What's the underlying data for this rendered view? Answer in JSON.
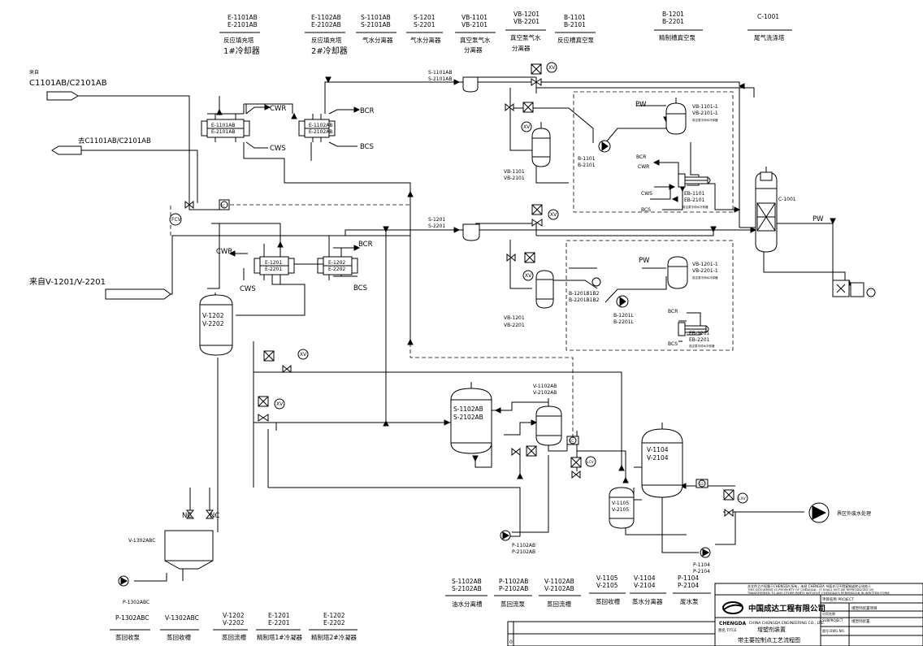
{
  "header_equipment": [
    {
      "tag1": "E-1101AB",
      "tag2": "E-2101AB",
      "desc": "反应填充塔",
      "desc2": "1#冷却器"
    },
    {
      "tag1": "E-1102AB",
      "tag2": "E-2102AB",
      "desc": "反应填充塔",
      "desc2": "2#冷却器"
    },
    {
      "tag1": "S-1101AB",
      "tag2": "S-2101AB",
      "desc": "气水分离器",
      "desc2": ""
    },
    {
      "tag1": "S-1201",
      "tag2": "S-2201",
      "desc": "气水分离器",
      "desc2": ""
    },
    {
      "tag1": "VB-1101",
      "tag2": "VB-2101",
      "desc": "真空泵气水",
      "desc2": "分离器"
    },
    {
      "tag1": "VB-1201",
      "tag2": "VB-2201",
      "desc": "真空泵气水",
      "desc2": "分离器"
    },
    {
      "tag1": "B-1101",
      "tag2": "B-2101",
      "desc": "反应槽真空泵",
      "desc2": ""
    },
    {
      "tag1": "B-1201",
      "tag2": "B-2201",
      "desc": "精制槽真空泵",
      "desc2": ""
    },
    {
      "tag1": "C-1001",
      "tag2": "",
      "desc": "尾气洗涤塔",
      "desc2": ""
    }
  ],
  "footer_left_equipment": [
    {
      "tag1": "P-1302ABC",
      "tag2": "",
      "desc": "蒸回收泵"
    },
    {
      "tag1": "V-1302ABC",
      "tag2": "",
      "desc": "蒸回收槽"
    },
    {
      "tag1": "V-1202",
      "tag2": "V-2202",
      "desc": "蒸回流槽"
    },
    {
      "tag1": "E-1201",
      "tag2": "E-2201",
      "desc": "精制塔1#冷凝器"
    },
    {
      "tag1": "E-1202",
      "tag2": "E-2202",
      "desc": "精制塔2#冷凝器"
    }
  ],
  "footer_mid_equipment": [
    {
      "tag1": "S-1102AB",
      "tag2": "S-2102AB",
      "desc": "油水分离槽"
    },
    {
      "tag1": "P-1102AB",
      "tag2": "P-2102AB",
      "desc": "蒸回流泵"
    },
    {
      "tag1": "V-1102AB",
      "tag2": "V-2102AB",
      "desc": "蒸回流槽"
    },
    {
      "tag1": "V-1105",
      "tag2": "V-2105",
      "desc": "蒸回收槽"
    },
    {
      "tag1": "V-1104",
      "tag2": "V-2104",
      "desc": "蒸水分离器"
    },
    {
      "tag1": "P-1104",
      "tag2": "P-2104",
      "desc": "废水泵"
    }
  ],
  "inlets": {
    "in1_line1": "来自",
    "in1_line2": "C1101AB/C2101AB",
    "in2": "去C1101AB/C2101AB",
    "in3": "来自V-1201/V-2201"
  },
  "outlet": "界区外废水处理",
  "utilities": {
    "cwr": "CWR",
    "cws": "CWS",
    "bcr": "BCR",
    "bcs": "BCS",
    "pw": "PW"
  },
  "instruments": {
    "xv": "XV",
    "fcv": "FCV",
    "fc": "FC",
    "lc": "LC",
    "lcv": "LCV",
    "ls": "LS",
    "lxv": "LXV",
    "nc": "NC"
  },
  "tags": {
    "e1101": "E-1101AB",
    "e2101": "E-2101AB",
    "e1102": "E-1102AB",
    "e2102": "E-2102AB",
    "e1201": "E-1201",
    "e2201": "E-2201",
    "e1202": "E-1202",
    "e2202": "E-2202",
    "s1101": "S-1101AB",
    "s2101": "S-2101AB",
    "s1201": "S-1201",
    "s2201": "S-2201",
    "vb1101": "VB-1101",
    "vb2101": "VB-2101",
    "vb1201": "VB-1201",
    "vb2201": "VB-2201",
    "b1101": "B-1101",
    "b2101": "B-2101",
    "b1201b": "B-1201B1B2",
    "b2201b": "B-2201B1B2",
    "b1201l": "B-1201L",
    "b2201l": "B-2201L",
    "vb1101_1": "VB-1101-1",
    "vb2101_1": "VB-2101-1",
    "vb1201_1": "VB-1201-1",
    "vb2201_1": "VB-2201-1",
    "eb1101": "EB-1101",
    "eb2101": "EB-2101",
    "eb1201": "EB-1201",
    "eb2201": "EB-2201",
    "c1001": "C-1001",
    "v1202": "V-1202",
    "v2202": "V-2202",
    "s1102": "S-1102AB",
    "s2102": "S-2102AB",
    "v1102": "V-1102AB",
    "v2102": "V-2102AB",
    "v1104": "V-1104",
    "v2104": "V-2104",
    "v1105": "V-1105",
    "v2105": "V-2105",
    "p1102": "P-1102AB",
    "p2102": "P-2102AB",
    "p1104": "P-1104",
    "p2104": "P-2104",
    "v1302": "V-1302ABC",
    "p1302": "P-1302ABC",
    "small_note1": "真空泵冷却水冷却器",
    "small_note2": "真空泵冷却水冷却器"
  },
  "title_block": {
    "notice1": "本文件之产权属于CHENGDA 所有，未经 CHENGDA 书面许可不得复制或转让给他人",
    "notice2": "THIS DOCUMENT IS PROPERTY OF CHENGDA . IT SHALL NOT BE REPRODUCED OR",
    "notice3": "TRANSFERRED TO ANY OTHER PARTY WITHOUT CHENGDA'S PERMISSION IN WRITTEN FORM.",
    "company_cn": "中国成达工程有限公司",
    "company_en": "CHINA CHENGDA ENGINEERING CO., LTD.",
    "logo_text": "CHENGDA",
    "project_label": "项目名称 PROJECT",
    "project_name": "增塑剂装置项目",
    "item_label": "分项名称",
    "subitem_label": "SUBPROJECT",
    "subitem_name": "增塑剂装置",
    "dwg_label": "图号 DWG.NO.",
    "title_label": "图名 TITLE",
    "title_main": "增塑剂装置",
    "title_sub": "带主要控制点工艺流程图",
    "rev": "0"
  }
}
